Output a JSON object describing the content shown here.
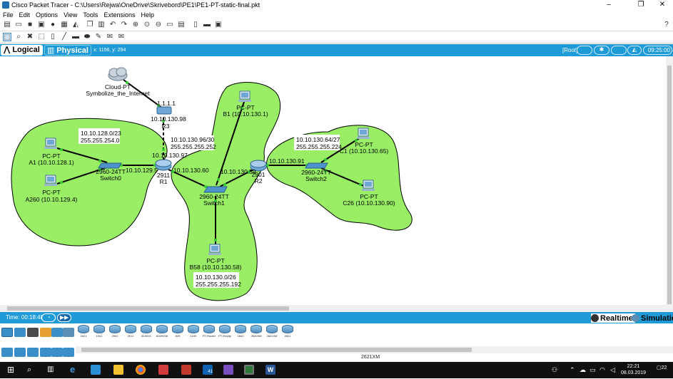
{
  "window": {
    "title": "Cisco Packet Tracer - C:\\Users\\Rejwa\\OneDrive\\Skrivebord\\PE1\\PE1-PT-static-final.pkt",
    "minimize": "–",
    "maximize": "❐",
    "close": "✕"
  },
  "menu": [
    "File",
    "Edit",
    "Options",
    "View",
    "Tools",
    "Extensions",
    "Help"
  ],
  "help_icon": "?",
  "modebar": {
    "logical_label": "Logical",
    "physical_label": "Physical",
    "coords": "x: 1156, y: 294",
    "root_label": "[Root]",
    "clock": "09:25:00"
  },
  "topology": {
    "cloud": {
      "name": "Cloud-PT",
      "label": "Symbolize_the_Internet"
    },
    "r3": {
      "ip_top": "1.1.1.1",
      "ip_bottom": "10.10.130.98",
      "name": "R3"
    },
    "link_r3_r1": {
      "net": "10.10.130.96/30",
      "mask": "255.255.255.252"
    },
    "r1": {
      "model": "2911",
      "name": "R1",
      "ip_top": "10.10.130.97",
      "ip_left": "10.10.129.5",
      "ip_right": "10.10.130.60"
    },
    "r2": {
      "model": "2901",
      "name": "R2",
      "ip_left": "10.10.130.59",
      "ip_right": "10.10.130.91"
    },
    "switch0": {
      "model": "2960-24TT",
      "name": "Switch0"
    },
    "switch1": {
      "model": "2960-24TT",
      "name": "Switch1"
    },
    "switch2": {
      "model": "2960-24TT",
      "name": "Switch2"
    },
    "lan_a": {
      "net": "10.10.128.0/23",
      "mask": "255.255.254.0"
    },
    "lan_b": {
      "net": "10.10.130.0/26",
      "mask": "255.255.255.192"
    },
    "lan_c": {
      "net": "10.10.130.64/27",
      "mask": "255.255.255.224"
    },
    "pc_a1": {
      "type": "PC-PT",
      "name": "A1 (10.10.128.1)"
    },
    "pc_a260": {
      "type": "PC-PT",
      "name": "A260 (10.10.129.4)"
    },
    "pc_b1": {
      "type": "PC-PT",
      "name": "B1 (10.10.130.1)"
    },
    "pc_b58": {
      "type": "PC-PT",
      "name": "B58 (10.10.130.58)"
    },
    "pc_c1": {
      "type": "PC-PT",
      "name": "C1 (10.10.130.65)"
    },
    "pc_c26": {
      "type": "PC-PT",
      "name": "C26 (10.10.130.90)"
    }
  },
  "simbar": {
    "time": "Time: 00:18:48",
    "realtime": "Realtime",
    "simulation": "Simulation"
  },
  "devices": [
    "4321",
    "1941",
    "2901",
    "2911",
    "819IOX",
    "819HGW",
    "829",
    "1240",
    "PT-Router",
    "PT-Empty",
    "1841",
    "2620XM",
    "2621XM",
    "2811"
  ],
  "selected_device": "2621XM",
  "taskbar": {
    "time": "22:21",
    "date": "08.03.2019",
    "notifications": "22",
    "outlook_badge": "41"
  },
  "colors": {
    "accent": "#1e9bd7",
    "cluster_fill": "#99ee66",
    "link": "#000000",
    "ok_dot": "#33cc33"
  }
}
